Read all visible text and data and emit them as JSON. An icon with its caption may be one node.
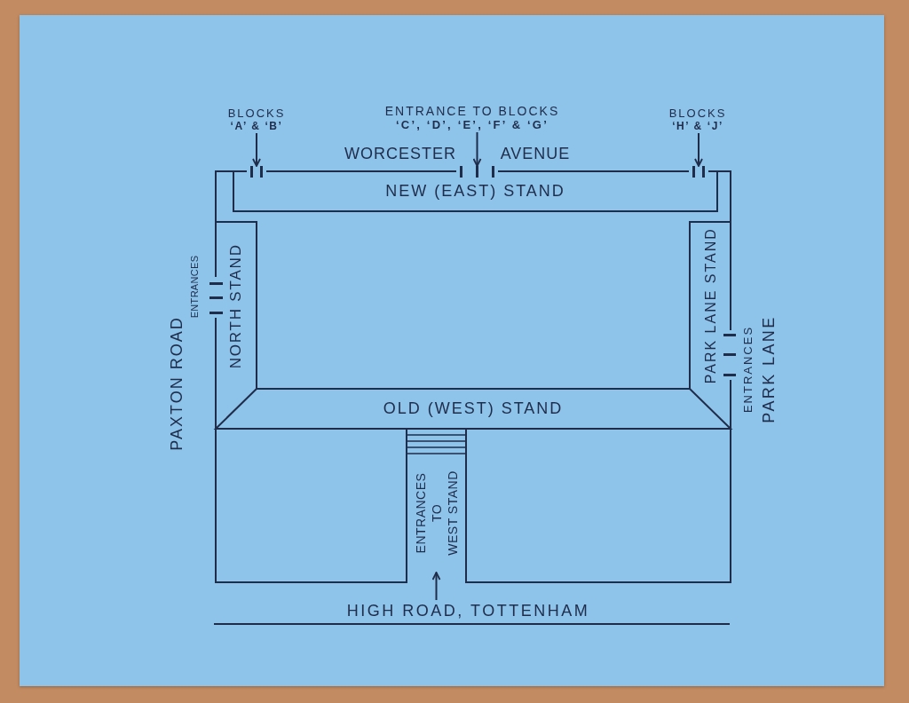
{
  "diagram": {
    "nodes": [
      {
        "text": [
          "BLOCKS",
          "‘A’ & ‘B’"
        ]
      },
      {
        "text": [
          "ENTRANCE TO BLOCKS",
          "‘C’, ‘D’, ‘E’, ‘F’ & ‘G’"
        ]
      },
      {
        "text": [
          "BLOCKS",
          "‘H’ & ‘J’"
        ]
      },
      {
        "text": [],
        "shape": "bar"
      },
      {
        "text": [],
        "shape": "bar"
      },
      {
        "text": [],
        "shape": "bar"
      },
      {
        "text": [
          "NEW (EAST) STAND"
        ]
      },
      {
        "text": [
          "NORTH STAND"
        ]
      },
      {
        "text": [
          "PARK LANE STAND"
        ]
      },
      {
        "text": [
          "OLD (WEST) STAND"
        ]
      },
      {
        "text": [],
        "shape": "box"
      },
      {
        "text": [
          "ENTRANCES TO WEST STAND"
        ]
      },
      {
        "text": [],
        "shape": "box"
      },
      {
        "text": [
          "HIGH ROAD, TOTTENHAM"
        ]
      }
    ],
    "edges": [
      {
        "from": 0,
        "to": 3,
        "arrow": "to"
      },
      {
        "from": 1,
        "to": 4,
        "arrow": "to"
      },
      {
        "from": 2,
        "to": 5,
        "arrow": "to"
      },
      {
        "from": 13,
        "to": 11,
        "arrow": "to"
      }
    ],
    "labels": [
      "WORCESTER",
      "AVENUE",
      "PAXTON ROAD",
      "ENTRANCES",
      "ENTRANCES",
      "PARK LANE"
    ]
  }
}
